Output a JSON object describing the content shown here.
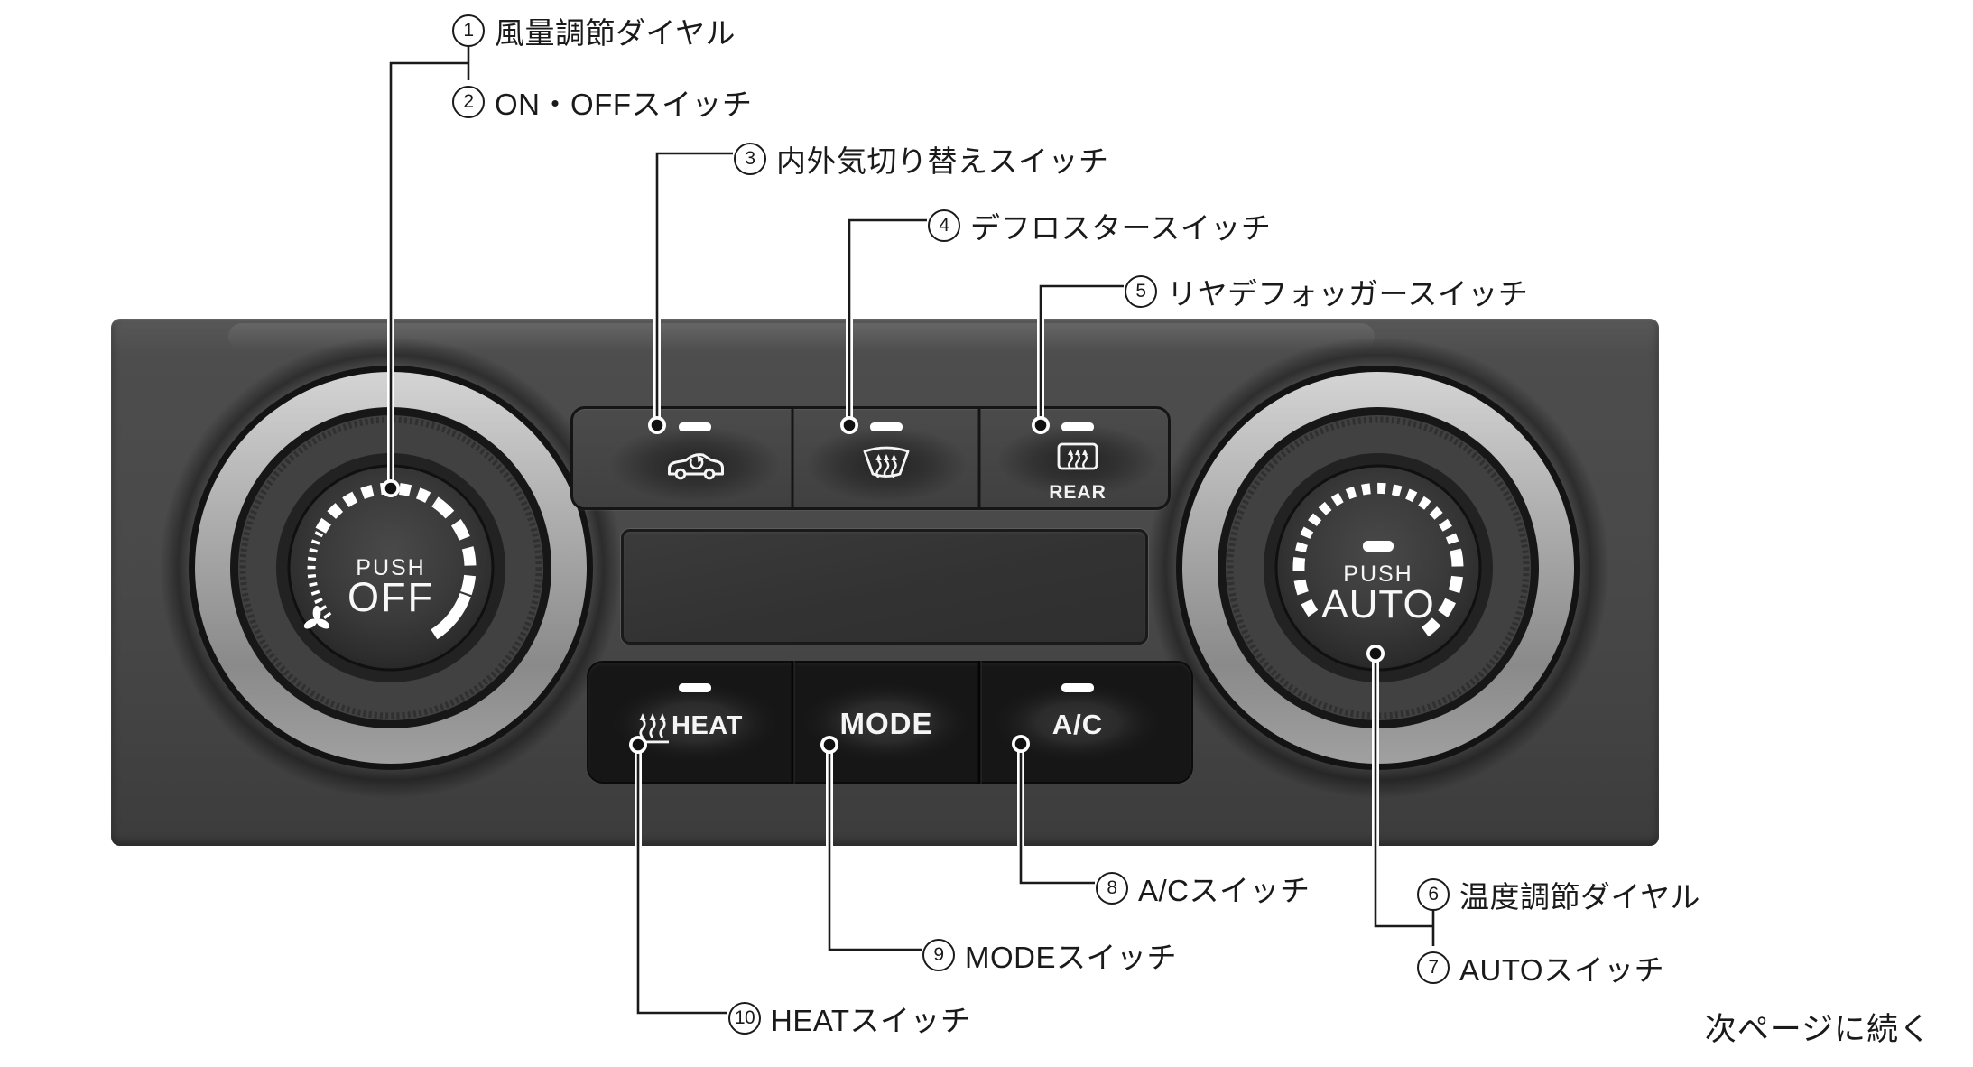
{
  "note": "次ページに続く",
  "callouts": [
    {
      "num": "1",
      "text": "風量調節ダイヤル"
    },
    {
      "num": "2",
      "text": "ON・OFFスイッチ"
    },
    {
      "num": "3",
      "text": "内外気切り替えスイッチ"
    },
    {
      "num": "4",
      "text": "デフロスタースイッチ"
    },
    {
      "num": "5",
      "text": "リヤデフォッガースイッチ"
    },
    {
      "num": "6",
      "text": "温度調節ダイヤル"
    },
    {
      "num": "7",
      "text": "AUTOスイッチ"
    },
    {
      "num": "8",
      "text": "A/Cスイッチ"
    },
    {
      "num": "9",
      "text": "MODEスイッチ"
    },
    {
      "num": "10",
      "text": "HEATスイッチ"
    }
  ],
  "panel": {
    "fan_dial": {
      "push": "PUSH",
      "off": "OFF"
    },
    "temp_dial": {
      "push": "PUSH",
      "auto": "AUTO"
    },
    "buttons": {
      "rear": "REAR",
      "heat": "HEAT",
      "mode": "MODE",
      "ac": "A/C"
    }
  },
  "colors": {
    "panel_gray": "#474747",
    "band_black": "#161616",
    "icon_white": "#f5f5f5",
    "line_black": "#1a1a1a",
    "silver_ring": "#adadad"
  }
}
